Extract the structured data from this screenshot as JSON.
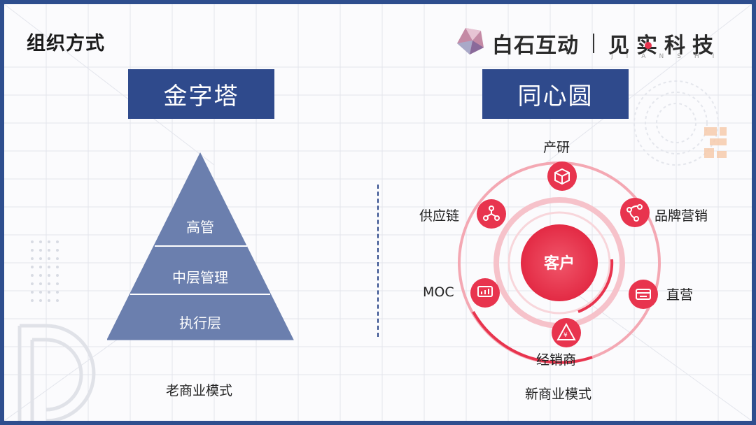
{
  "page_title": "组织方式",
  "brand": {
    "left": "白石互动",
    "right": "见实科技",
    "sub": "JIANSHI"
  },
  "left_model": {
    "header": "金字塔",
    "levels": [
      "高管",
      "中层管理",
      "执行层"
    ],
    "caption": "老商业模式"
  },
  "right_model": {
    "header": "同心圆",
    "center": "客户",
    "nodes": [
      "产研",
      "品牌营销",
      "直营",
      "经销商",
      "MOC",
      "供应链"
    ],
    "caption": "新商业模式"
  },
  "colors": {
    "navy": "#2f4a8c",
    "pyramid": "#6b7fae",
    "red": "#e8344e"
  }
}
